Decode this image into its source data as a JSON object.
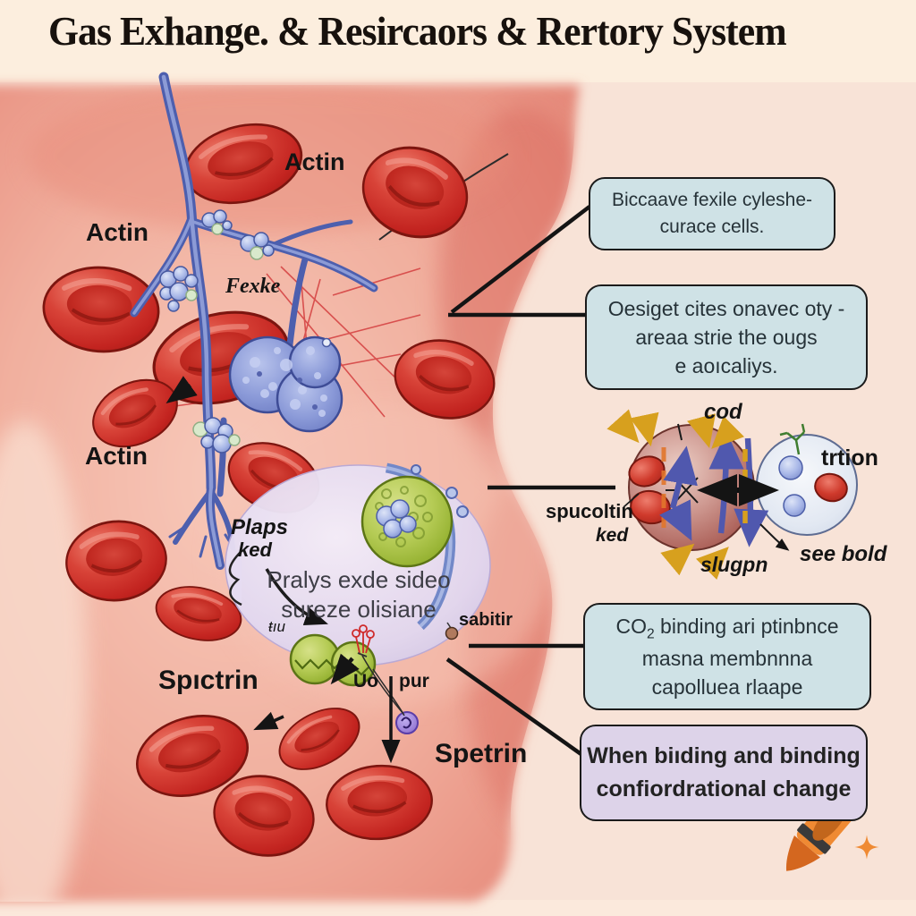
{
  "title": "Gas Exhange. & Resircaors & Rertory System",
  "labels": {
    "actin_top": "Actin",
    "actin_left": "Actin",
    "actin_mid": "Actin",
    "fexke": "Fexke",
    "plaps": "Plaps",
    "ked": "ked",
    "riu": "ŧıu",
    "sabitir": "sabitir",
    "uo": "Uo",
    "pur": "pur",
    "spetrin": "Spetrin",
    "spctrin": "Spıctrin"
  },
  "oval_text": {
    "line1": "Pralys exde sideo",
    "line2": "sureze olisiane"
  },
  "mini_diagram": {
    "cod": "cod",
    "trtion": "trtion",
    "spucoltin": "spucoltin",
    "ked": "ked",
    "slugpn": "slugpn",
    "see_bold": "see bold"
  },
  "callouts": {
    "box1": {
      "line1": "Biccaave fexile cyleshe-",
      "line2": "curace cells."
    },
    "box2": {
      "line1": "Oesiget cites onavec oty -",
      "line2": "areaa strie the ougs",
      "line3": "e aoıcaliys."
    },
    "box3": {
      "l1_pre": "CO",
      "l1_sub": "2",
      "l1_post": " binding ari ptinbnce",
      "line2": "masna membnnna",
      "line3": "capolluea rlaape"
    },
    "box4": {
      "line1": "When biıding and binding",
      "line2": "confiordrational change"
    }
  },
  "colors": {
    "background": "#f8e3d7",
    "header_band": "#fceede",
    "tissue_blob": "#efa694",
    "callout_blue": "#cfe2e6",
    "callout_purple": "#ddd3e9",
    "red_cell": "#c32420",
    "filament_blue": "#4d5fae",
    "green_cell": "#a9c148",
    "accent_orange": "#ef8a33",
    "gold_arrow": "#d7a01e"
  }
}
